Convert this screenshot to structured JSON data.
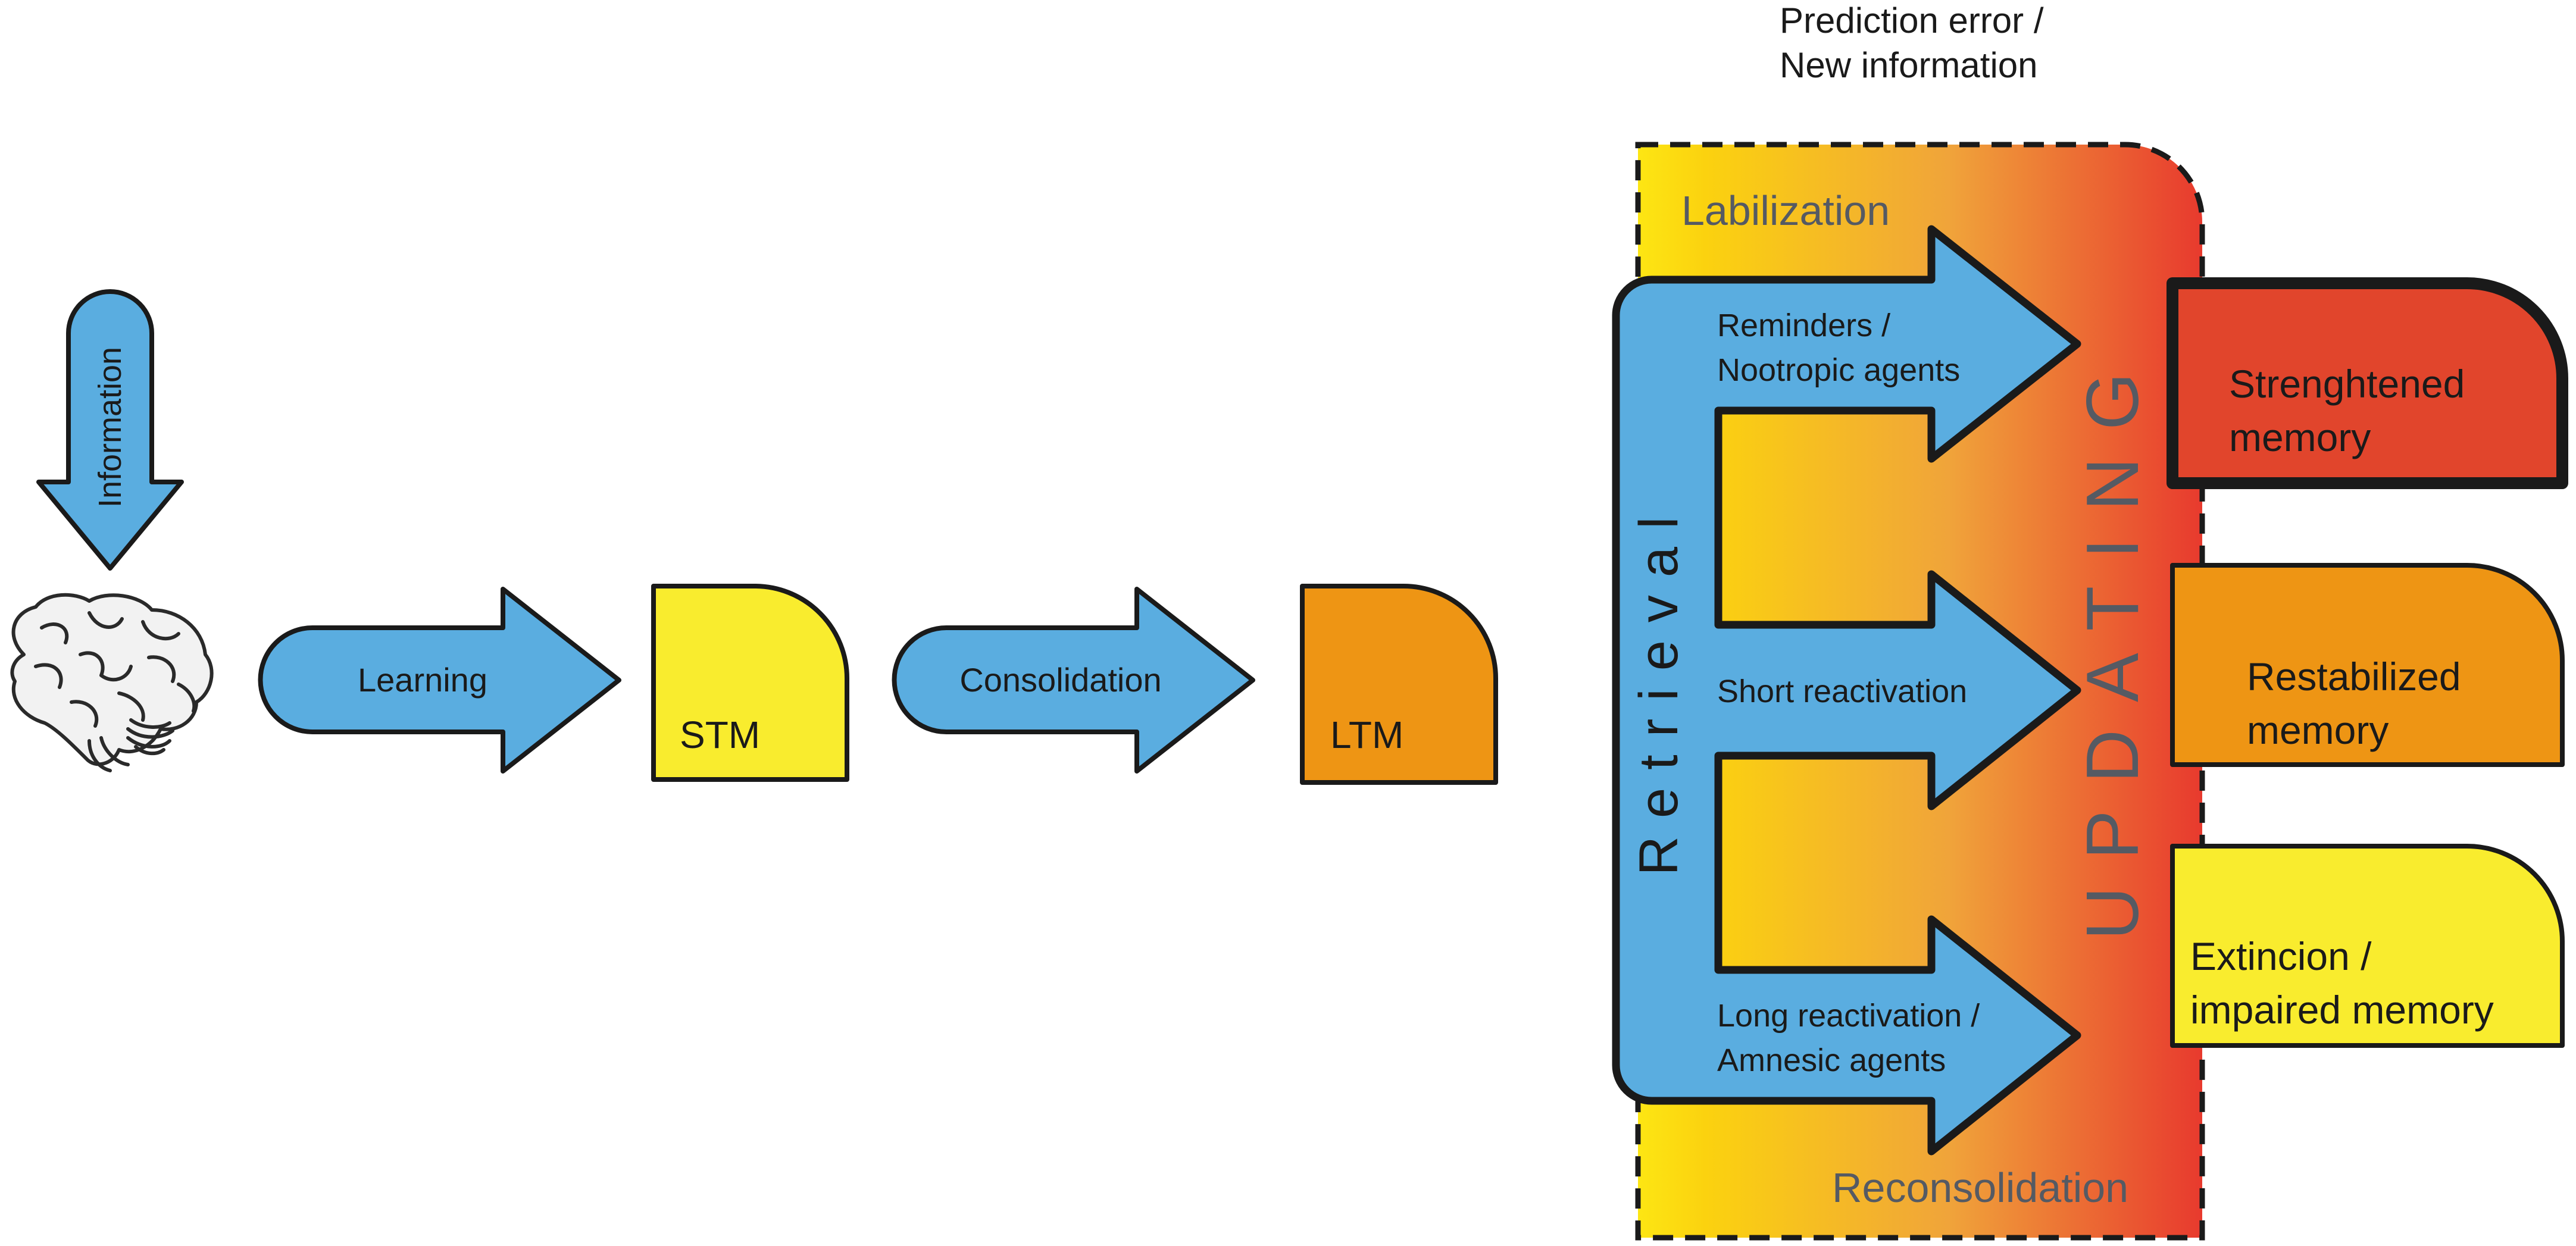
{
  "labels": {
    "information": "Information",
    "learning": "Learning",
    "stm": "STM",
    "consolidation": "Consolidation",
    "ltm": "LTM",
    "prediction_error_line1": "Prediction error /",
    "prediction_error_line2": "New information",
    "labilization": "Labilization",
    "reconsolidation": "Reconsolidation",
    "retrieval": "Retrieval",
    "updating": "UPDATING",
    "reminders_line1": "Reminders /",
    "reminders_line2": "Nootropic agents",
    "short_reactivation": "Short reactivation",
    "long_reactivation_line1": "Long reactivation /",
    "long_reactivation_line2": "Amnesic agents",
    "strengthened_line1": "Strenghtened",
    "strengthened_line2": "memory",
    "restabilized_line1": "Restabilized",
    "restabilized_line2": "memory",
    "extinction_line1": "Extincion /",
    "extinction_line2": "impaired memory"
  },
  "icons": {
    "brain": "brain-icon"
  },
  "colors": {
    "arrow_blue": "#5aade0",
    "stm_yellow": "#f9ec2e",
    "ltm_orange": "#ee9514",
    "strengthened_red": "#e1452c",
    "restabilized_orange": "#ee9514",
    "extinction_yellow": "#f9ec2e",
    "gradient_start": "#fde613",
    "gradient_mid": "#f0a43a",
    "gradient_end": "#e83a2e",
    "grey_text": "#555a63"
  }
}
